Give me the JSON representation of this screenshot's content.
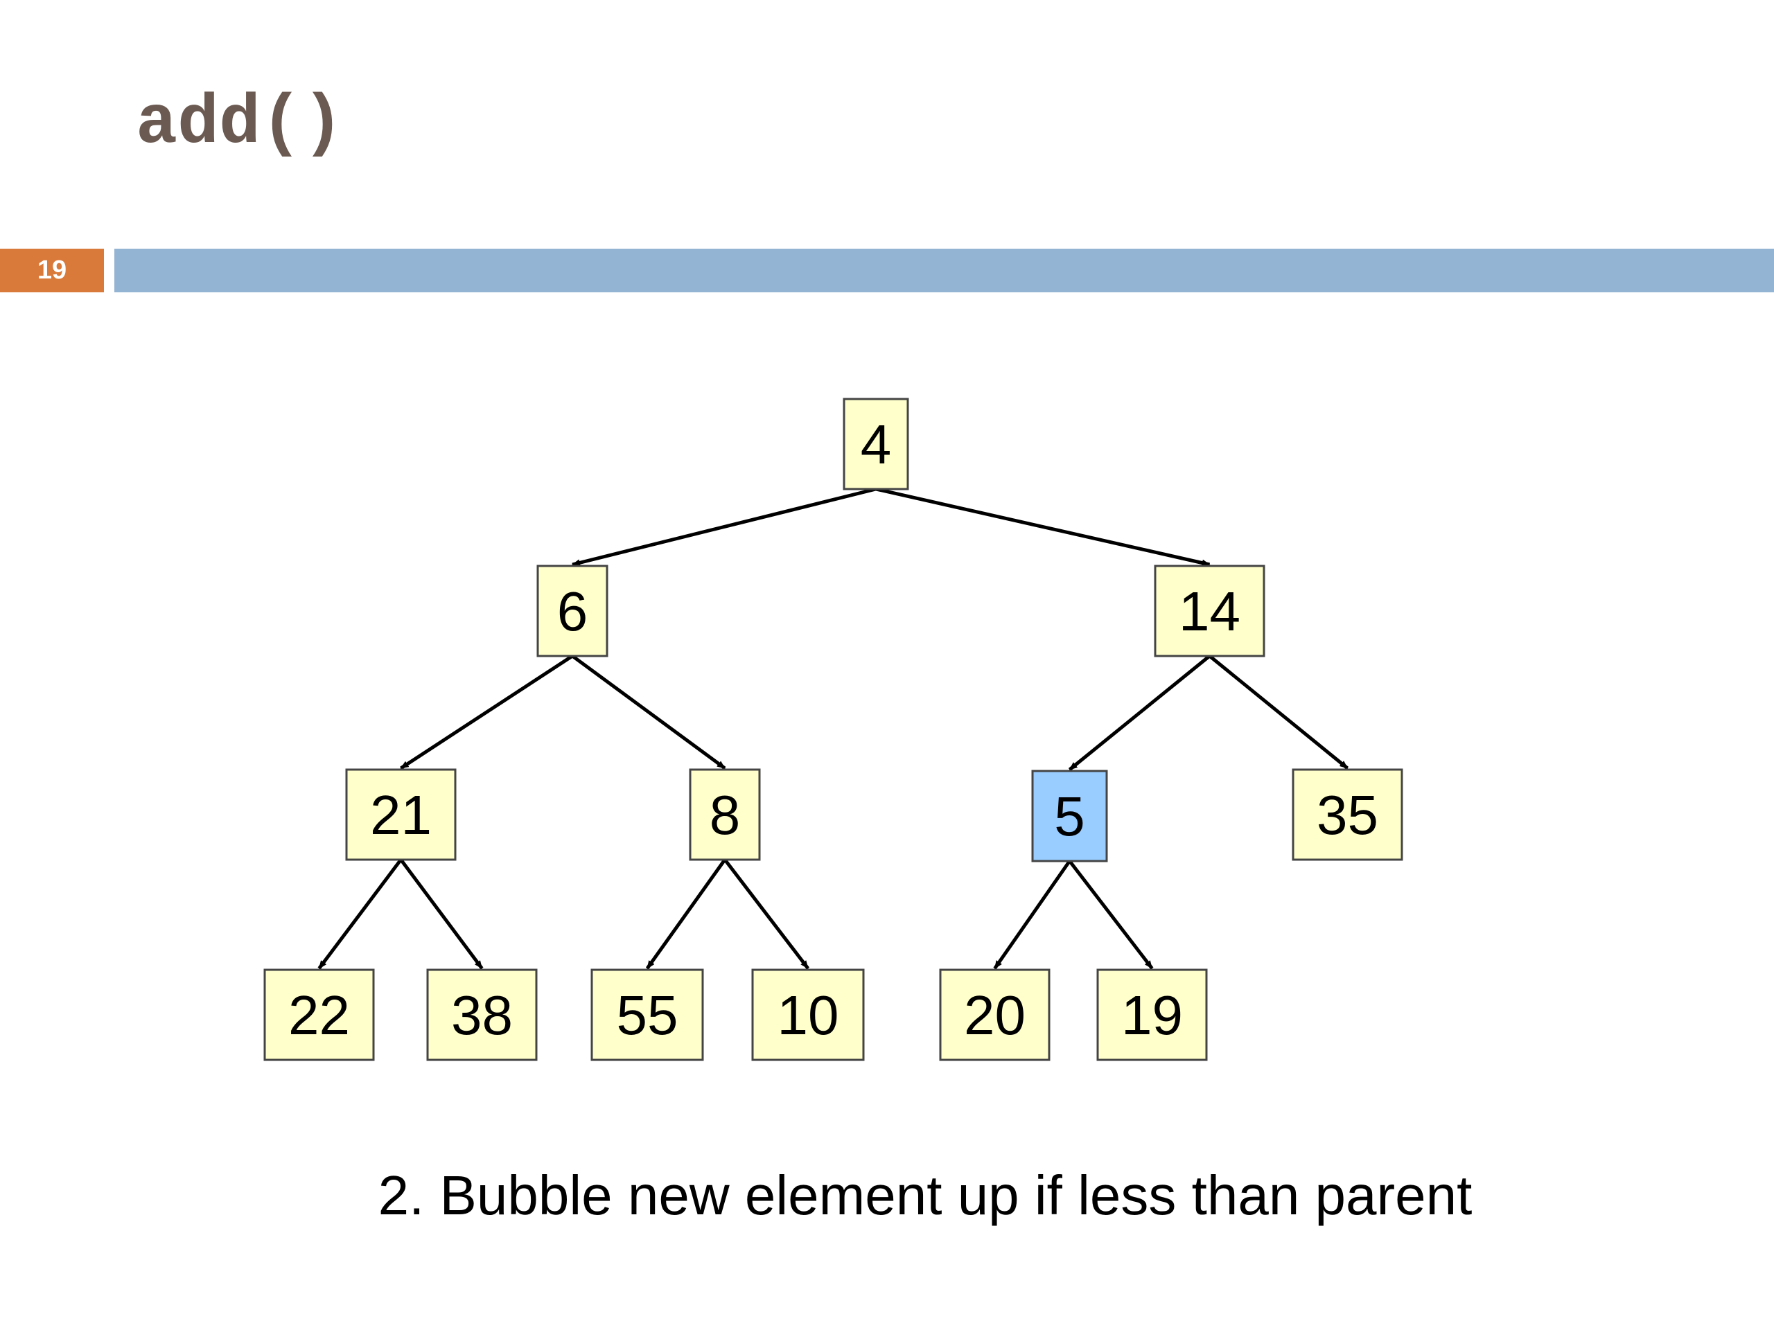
{
  "slide": {
    "title": "add()",
    "page_number": "19",
    "caption": "2. Bubble new element up if less than parent"
  },
  "colors": {
    "title": "#6b5a52",
    "page_badge": "#d97a3a",
    "header_bar": "#94b4d3",
    "node_fill": "#ffffcc",
    "highlight_fill": "#99ccff",
    "node_border": "#444444",
    "edge": "#000000"
  },
  "tree": {
    "nodes": [
      {
        "id": "n0",
        "value": "4",
        "highlighted": false
      },
      {
        "id": "n1",
        "value": "6",
        "highlighted": false
      },
      {
        "id": "n2",
        "value": "14",
        "highlighted": false
      },
      {
        "id": "n3",
        "value": "21",
        "highlighted": false
      },
      {
        "id": "n4",
        "value": "8",
        "highlighted": false
      },
      {
        "id": "n5",
        "value": "5",
        "highlighted": true
      },
      {
        "id": "n6",
        "value": "35",
        "highlighted": false
      },
      {
        "id": "n7",
        "value": "22",
        "highlighted": false
      },
      {
        "id": "n8",
        "value": "38",
        "highlighted": false
      },
      {
        "id": "n9",
        "value": "55",
        "highlighted": false
      },
      {
        "id": "n10",
        "value": "10",
        "highlighted": false
      },
      {
        "id": "n11",
        "value": "20",
        "highlighted": false
      },
      {
        "id": "n12",
        "value": "19",
        "highlighted": false
      }
    ],
    "edges": [
      {
        "from": "n0",
        "to": "n1"
      },
      {
        "from": "n0",
        "to": "n2"
      },
      {
        "from": "n1",
        "to": "n3"
      },
      {
        "from": "n1",
        "to": "n4"
      },
      {
        "from": "n2",
        "to": "n5"
      },
      {
        "from": "n2",
        "to": "n6"
      },
      {
        "from": "n3",
        "to": "n7"
      },
      {
        "from": "n3",
        "to": "n8"
      },
      {
        "from": "n4",
        "to": "n9"
      },
      {
        "from": "n4",
        "to": "n10"
      },
      {
        "from": "n5",
        "to": "n11"
      },
      {
        "from": "n5",
        "to": "n12"
      }
    ]
  }
}
